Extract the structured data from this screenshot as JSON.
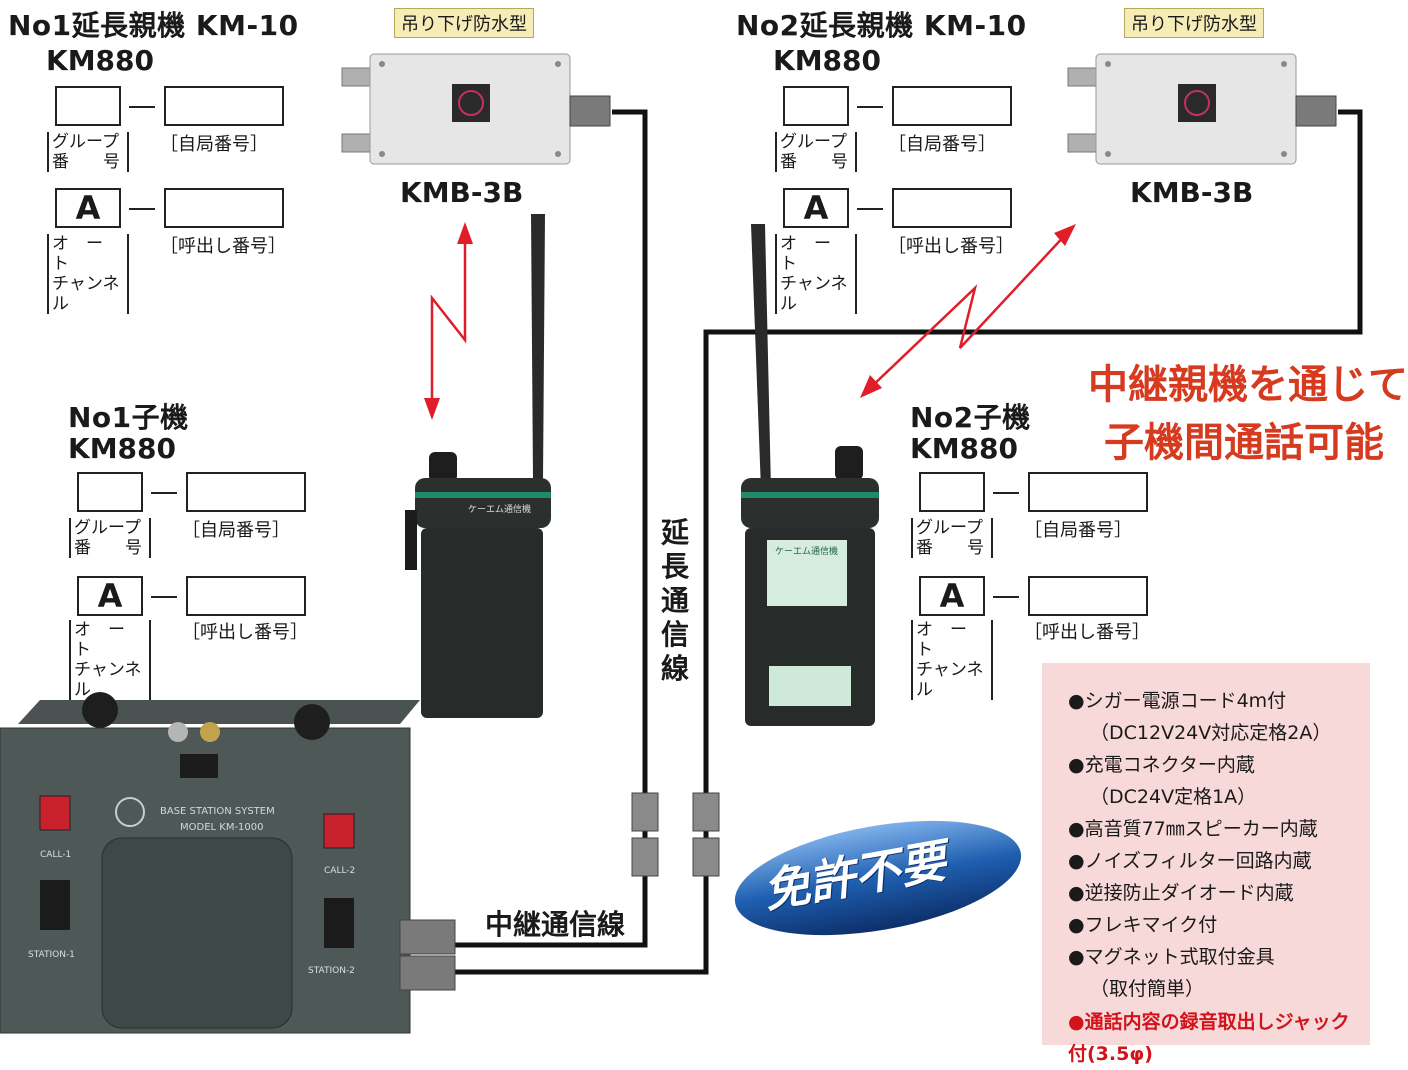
{
  "no1_parent": {
    "title": "No1延長親機 KM-10",
    "model": "KM880",
    "group_label": [
      "グループ",
      "番　　号"
    ],
    "self_label": "［自局番号］",
    "auto_letter": "A",
    "auto_label": [
      "オ　ー　ト",
      "チャンネル"
    ],
    "call_label": "［呼出し番号］"
  },
  "no2_parent": {
    "title": "No2延長親機 KM-10",
    "model": "KM880",
    "group_label": [
      "グループ",
      "番　　号"
    ],
    "self_label": "［自局番号］",
    "auto_letter": "A",
    "auto_label": [
      "オ　ー　ト",
      "チャンネル"
    ],
    "call_label": "［呼出し番号］"
  },
  "no1_child": {
    "title": "No1子機",
    "model": "KM880",
    "group_label": [
      "グループ",
      "番　　号"
    ],
    "self_label": "［自局番号］",
    "auto_letter": "A",
    "auto_label": [
      "オ　ー　ト",
      "チャンネル"
    ],
    "call_label": "［呼出し番号］"
  },
  "no2_child": {
    "title": "No2子機",
    "model": "KM880",
    "group_label": [
      "グループ",
      "番　　号"
    ],
    "self_label": "［自局番号］",
    "auto_letter": "A",
    "auto_label": [
      "オ　ー　ト",
      "チャンネル"
    ],
    "call_label": "［呼出し番号］"
  },
  "repeater_1": {
    "tag": "吊り下げ防水型",
    "name": "KMB-3B"
  },
  "repeater_2": {
    "tag": "吊り下げ防水型",
    "name": "KMB-3B"
  },
  "extension_line": "延長通信線",
  "relay_line": "中継通信線",
  "slogan": [
    "中継親機を通じて",
    "子機間通話可能"
  ],
  "badge": "免許不要",
  "base_station": {
    "brand": "BASE STATION SYSTEM",
    "model": "MODEL KM-1000",
    "call1": "CALL-1",
    "call2": "CALL-2",
    "station1": "STATION-1",
    "station2": "STATION-2"
  },
  "handset_label": "ケーエム通信機",
  "features": [
    "●シガー電源コード4m付",
    "（DC12V24V対応定格2A）",
    "●充電コネクター内蔵",
    "（DC24V定格1A）",
    "●高音質77㎜スピーカー内蔵",
    "●ノイズフィルター回路内蔵",
    "●逆接防止ダイオード内蔵",
    "●フレキマイク付",
    "●マグネット式取付金具",
    "（取付簡単）"
  ],
  "feature_highlight": "●通話内容の録音取出しジャック付(3.5φ)",
  "colors": {
    "accent_red": "#d63a1f",
    "arrow_red": "#e01e2a",
    "panel_pink": "#f8d9d9",
    "badge_blue": "#1f5fb0"
  }
}
